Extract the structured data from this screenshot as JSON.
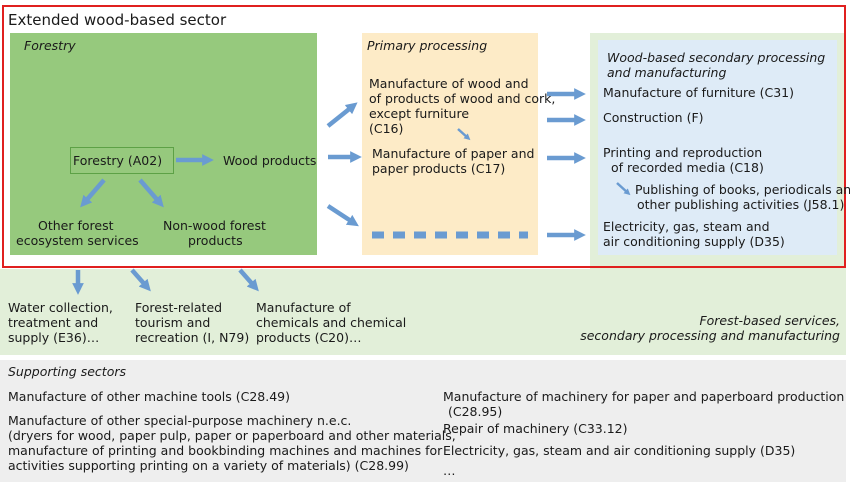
{
  "extended_title": "Extended wood-based sector",
  "forestry": {
    "title": "Forestry",
    "node": "Forestry (A02)",
    "wood_products": "Wood products",
    "other_services": [
      "Other forest",
      "ecosystem services"
    ],
    "non_wood": [
      "Non-wood forest",
      "products"
    ]
  },
  "primary": {
    "title": "Primary processing",
    "c16": [
      "Manufacture of wood and",
      "of products of wood and cork,",
      "except furniture",
      "(C16)"
    ],
    "c17": [
      "Manufacture of paper and",
      "paper products (C17)"
    ]
  },
  "secondary": {
    "title": [
      "Wood-based secondary processing",
      "and manufacturing"
    ],
    "c31": "Manufacture of furniture (C31)",
    "f": "Construction (F)",
    "c18": [
      "Printing and reproduction",
      "of recorded media (C18)"
    ],
    "j58": [
      "Publishing of books, periodicals and",
      "other publishing activities (J58.1)"
    ],
    "d35": [
      "Electricity, gas, steam and",
      "air conditioning supply (D35)"
    ]
  },
  "services": {
    "title": [
      "Forest-based services,",
      "secondary processing and manufacturing"
    ],
    "water": [
      "Water collection,",
      "treatment and",
      "supply (E36)…"
    ],
    "tourism": [
      "Forest-related",
      "tourism and",
      "recreation (I, N79)"
    ],
    "chemicals": [
      "Manufacture of",
      "chemicals and chemical",
      "products (C20)…"
    ]
  },
  "supporting": {
    "title": "Supporting sectors",
    "left_1": "Manufacture of other machine tools (C28.49)",
    "left_2": [
      "Manufacture of other special-purpose machinery n.e.c.",
      "(dryers for wood, paper pulp, paper or paperboard and other materials,",
      "manufacture of printing and bookbinding machines and machines for",
      "activities supporting printing on a variety of materials) (C28.99)"
    ],
    "right_1": [
      "Manufacture of machinery for paper and paperboard production",
      "(C28.95)"
    ],
    "right_2": "Repair of machinery (C33.12)",
    "right_3": "Electricity, gas, steam and air conditioning supply (D35)",
    "right_4": "…"
  },
  "colors": {
    "frame_red": "#e0201f",
    "forestry_green": "#96c97d",
    "band_green": "#e2efd9",
    "primary_yellow": "#fdebc7",
    "secondary_blue": "#deebf7",
    "supporting_gray": "#eeeeee",
    "arrow_blue": "#6a9bd1"
  }
}
